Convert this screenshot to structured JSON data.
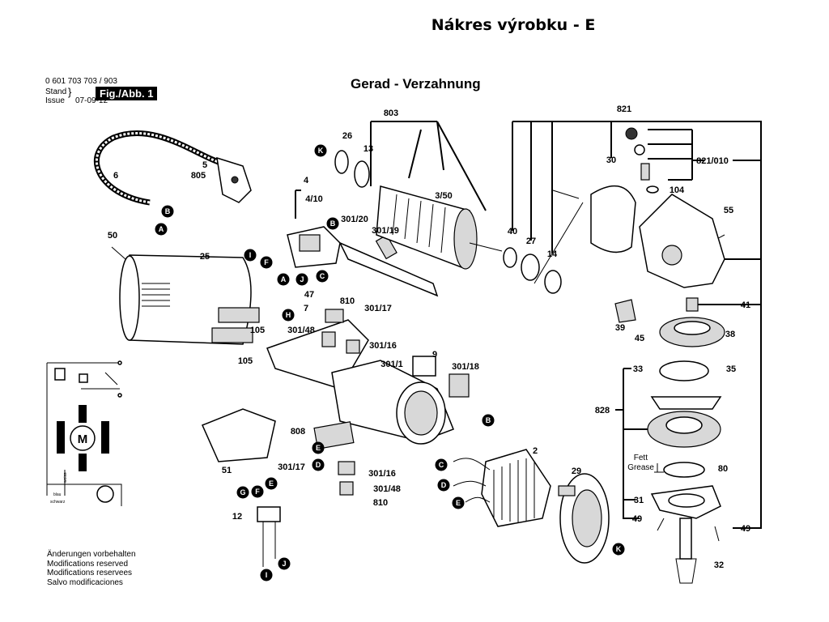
{
  "header": {
    "title": "Nákres výrobku - E",
    "subtitle": "Gerad - Verzahnung",
    "part_number": "0 601 703 703 / 903",
    "stand_label": "Stand",
    "issue_label": "Issue",
    "issue_date": "07-09-12",
    "figure_label": "Fig./Abb. 1"
  },
  "notes": [
    "Änderungen vorbehalten",
    "Modifications reserved",
    "Modifications reservees",
    "Salvo modificaciones"
  ],
  "wiring": {
    "motor": "M",
    "wire1": "blau",
    "wire2": "schwarz",
    "wire3": "weiss"
  },
  "grease": {
    "de": "Fett",
    "en": "Grease"
  },
  "part_labels": [
    "6",
    "5",
    "805",
    "50",
    "25",
    "105",
    "105",
    "4",
    "4/10",
    "301/20",
    "301/19",
    "26",
    "13",
    "803",
    "3/50",
    "40",
    "27",
    "14",
    "821",
    "30",
    "821/010",
    "104",
    "55",
    "41",
    "38",
    "39",
    "45",
    "47",
    "7",
    "810",
    "301/17",
    "301/48",
    "301/16",
    "9",
    "301/1",
    "301/18",
    "33",
    "35",
    "828",
    "808",
    "2",
    "29",
    "301/17",
    "301/16",
    "301/48",
    "810",
    "51",
    "12",
    "80",
    "31",
    "49",
    "49",
    "32"
  ],
  "connector_letters": [
    "K",
    "B",
    "A",
    "B",
    "I",
    "F",
    "A",
    "J",
    "C",
    "H",
    "B",
    "C",
    "D",
    "E",
    "K",
    "E",
    "D",
    "G",
    "F",
    "E",
    "I",
    "J"
  ]
}
